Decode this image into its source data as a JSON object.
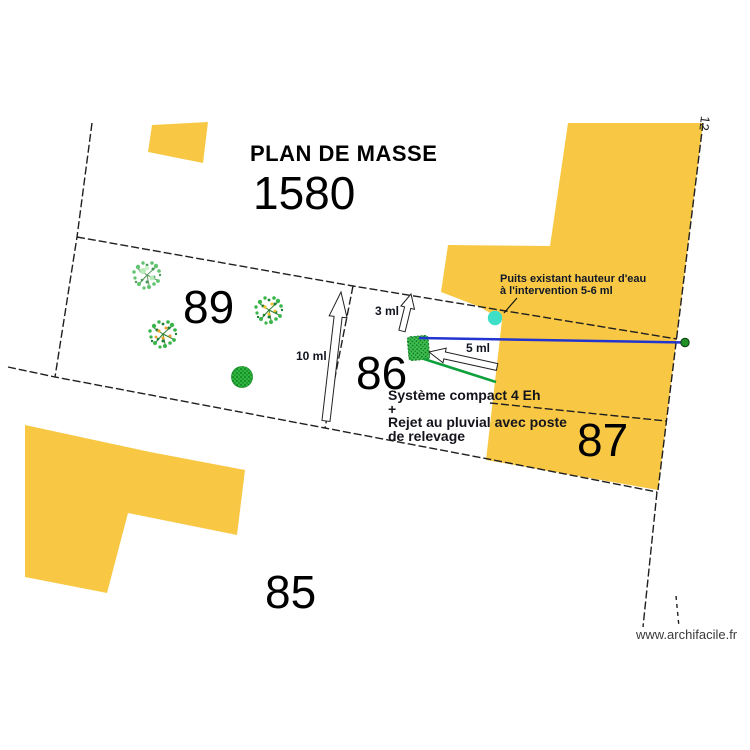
{
  "title": "PLAN DE MASSE",
  "main_parcel_number": "1580",
  "parcels": {
    "p89": "89",
    "p86": "86",
    "p87": "87",
    "p85": "85"
  },
  "measurements": {
    "m10": "10 ml",
    "m3": "3 ml",
    "m5": "5 ml",
    "dim_right_boundary": "12"
  },
  "annotations": {
    "puits": "Puits existant hauteur d'eau\nà l'intervention 5-6 ml",
    "systeme": "Système compact 4 Eh\n+\nRejet au pluvial avec poste\nde relevage"
  },
  "watermark": "www.archifacile.fr",
  "colors": {
    "building": "#F8C845",
    "boundary": "#1f1f1f",
    "pipe_blue": "#2335cf",
    "pipe_green": "#0fa03c",
    "well_teal": "#3ddfc6",
    "pipe_end_dot": "#1f8f26",
    "tree_green": "#39b54a",
    "fruit_orange": "#f0a028",
    "system_green": "#3fbf50"
  }
}
